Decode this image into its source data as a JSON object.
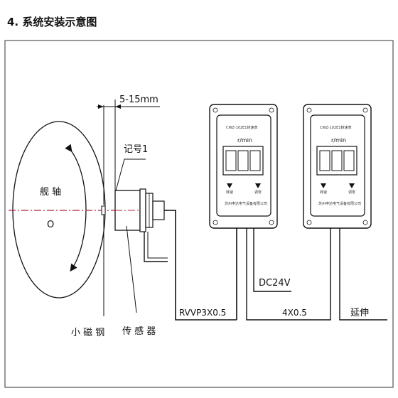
{
  "title": "4. 系统安装示意图",
  "gap_dimension": "5-15mm",
  "mark_label": "记号1",
  "shaft_label": "舰 轴",
  "center_mark": "O",
  "magnet_label": "小 磁 钢",
  "sensor_label": "传 感 器",
  "cable_label": "RVVP3X0.5",
  "power_label": "DC24V",
  "link_cable_label": "4X0.5",
  "extend_label": "延伸",
  "meters": [
    {
      "model_text": "CWZ-102E1转速表",
      "unit": "r/min",
      "left_small": "转速",
      "right_small": "调零",
      "bottom_text": "苏州申达电气设备有限公司"
    },
    {
      "model_text": "CWZ-102E1转速表",
      "unit": "r/min",
      "left_small": "转速",
      "right_small": "调零",
      "bottom_text": "苏州申达电气设备有限公司"
    }
  ],
  "colors": {
    "axis_line": "#b0203c",
    "ink": "#111111",
    "frame": "#555555"
  }
}
